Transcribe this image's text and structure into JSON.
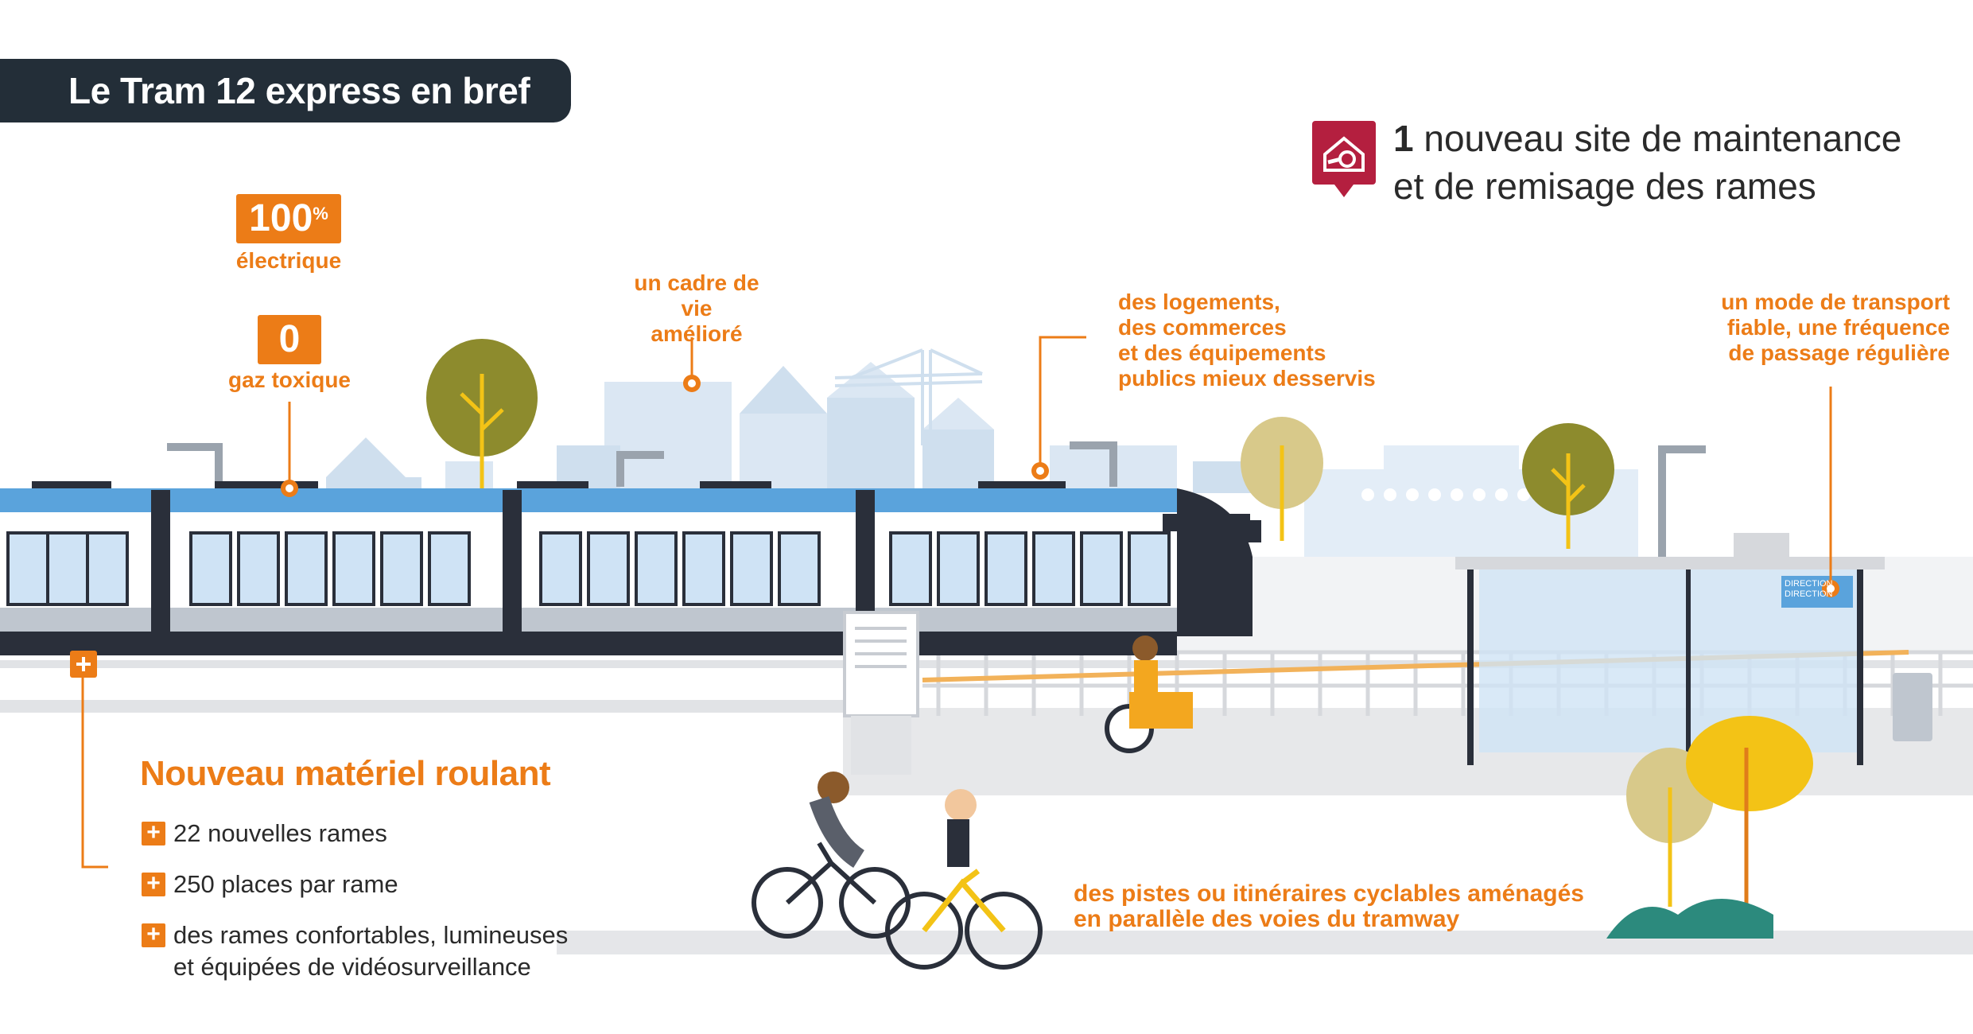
{
  "title": "Le Tram 12 express en bref",
  "electric": {
    "value": "100",
    "unit": "%",
    "label": "électrique"
  },
  "toxic": {
    "value": "0",
    "label": "gaz toxique"
  },
  "cadre": {
    "line1": "un cadre de",
    "line2": "vie amélioré"
  },
  "logements": {
    "line1": "des logements,",
    "line2": "des commerces",
    "line3": "et des équipements",
    "line4": "publics mieux desservis"
  },
  "transport": {
    "line1": "un mode de transport",
    "line2": "fiable, une fréquence",
    "line3": "de passage régulière"
  },
  "maintenance": {
    "number": "1",
    "line1": " nouveau site de maintenance",
    "line2": "et de remisage des rames"
  },
  "rolling_stock": {
    "title": "Nouveau matériel roulant",
    "items": [
      {
        "text": "22 nouvelles rames"
      },
      {
        "text": "250 places par rame"
      },
      {
        "text": "des rames confortables, lumineuses",
        "text2": "et équipées de vidéosurveillance"
      }
    ]
  },
  "cycling": {
    "line1": "des pistes ou itinéraires cyclables aménagés",
    "line2": "en parallèle des voies du tramway"
  },
  "tram_sign": {
    "line1": "DIRECTION",
    "line2": "DIRECTION"
  },
  "colors": {
    "accent": "#ec7c17",
    "banner": "#232e38",
    "maintenance": "#b41f3f",
    "tram_blue": "#5aa3dc",
    "tram_dark": "#2a2f3a"
  }
}
